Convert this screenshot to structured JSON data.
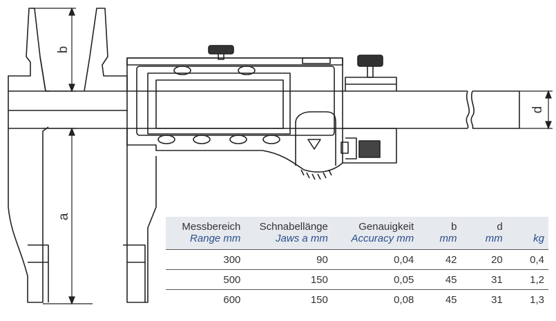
{
  "dimensions": {
    "a": "a",
    "b": "b",
    "d": "d"
  },
  "table": {
    "headers_de": [
      "Messbereich",
      "Schnabellänge",
      "Genauigkeit",
      "b",
      "d",
      ""
    ],
    "headers_en": [
      "Range mm",
      "Jaws a mm",
      "Accuracy mm",
      "mm",
      "mm",
      "kg"
    ],
    "rows": [
      [
        "300",
        "90",
        "0,04",
        "42",
        "20",
        "0,4"
      ],
      [
        "500",
        "150",
        "0,05",
        "45",
        "31",
        "1,2"
      ],
      [
        "600",
        "150",
        "0,08",
        "45",
        "31",
        "1,3"
      ]
    ]
  },
  "colors": {
    "line": "#222222",
    "header_bg": "#e6e9ee",
    "header_en_text": "#2b4f8c"
  }
}
